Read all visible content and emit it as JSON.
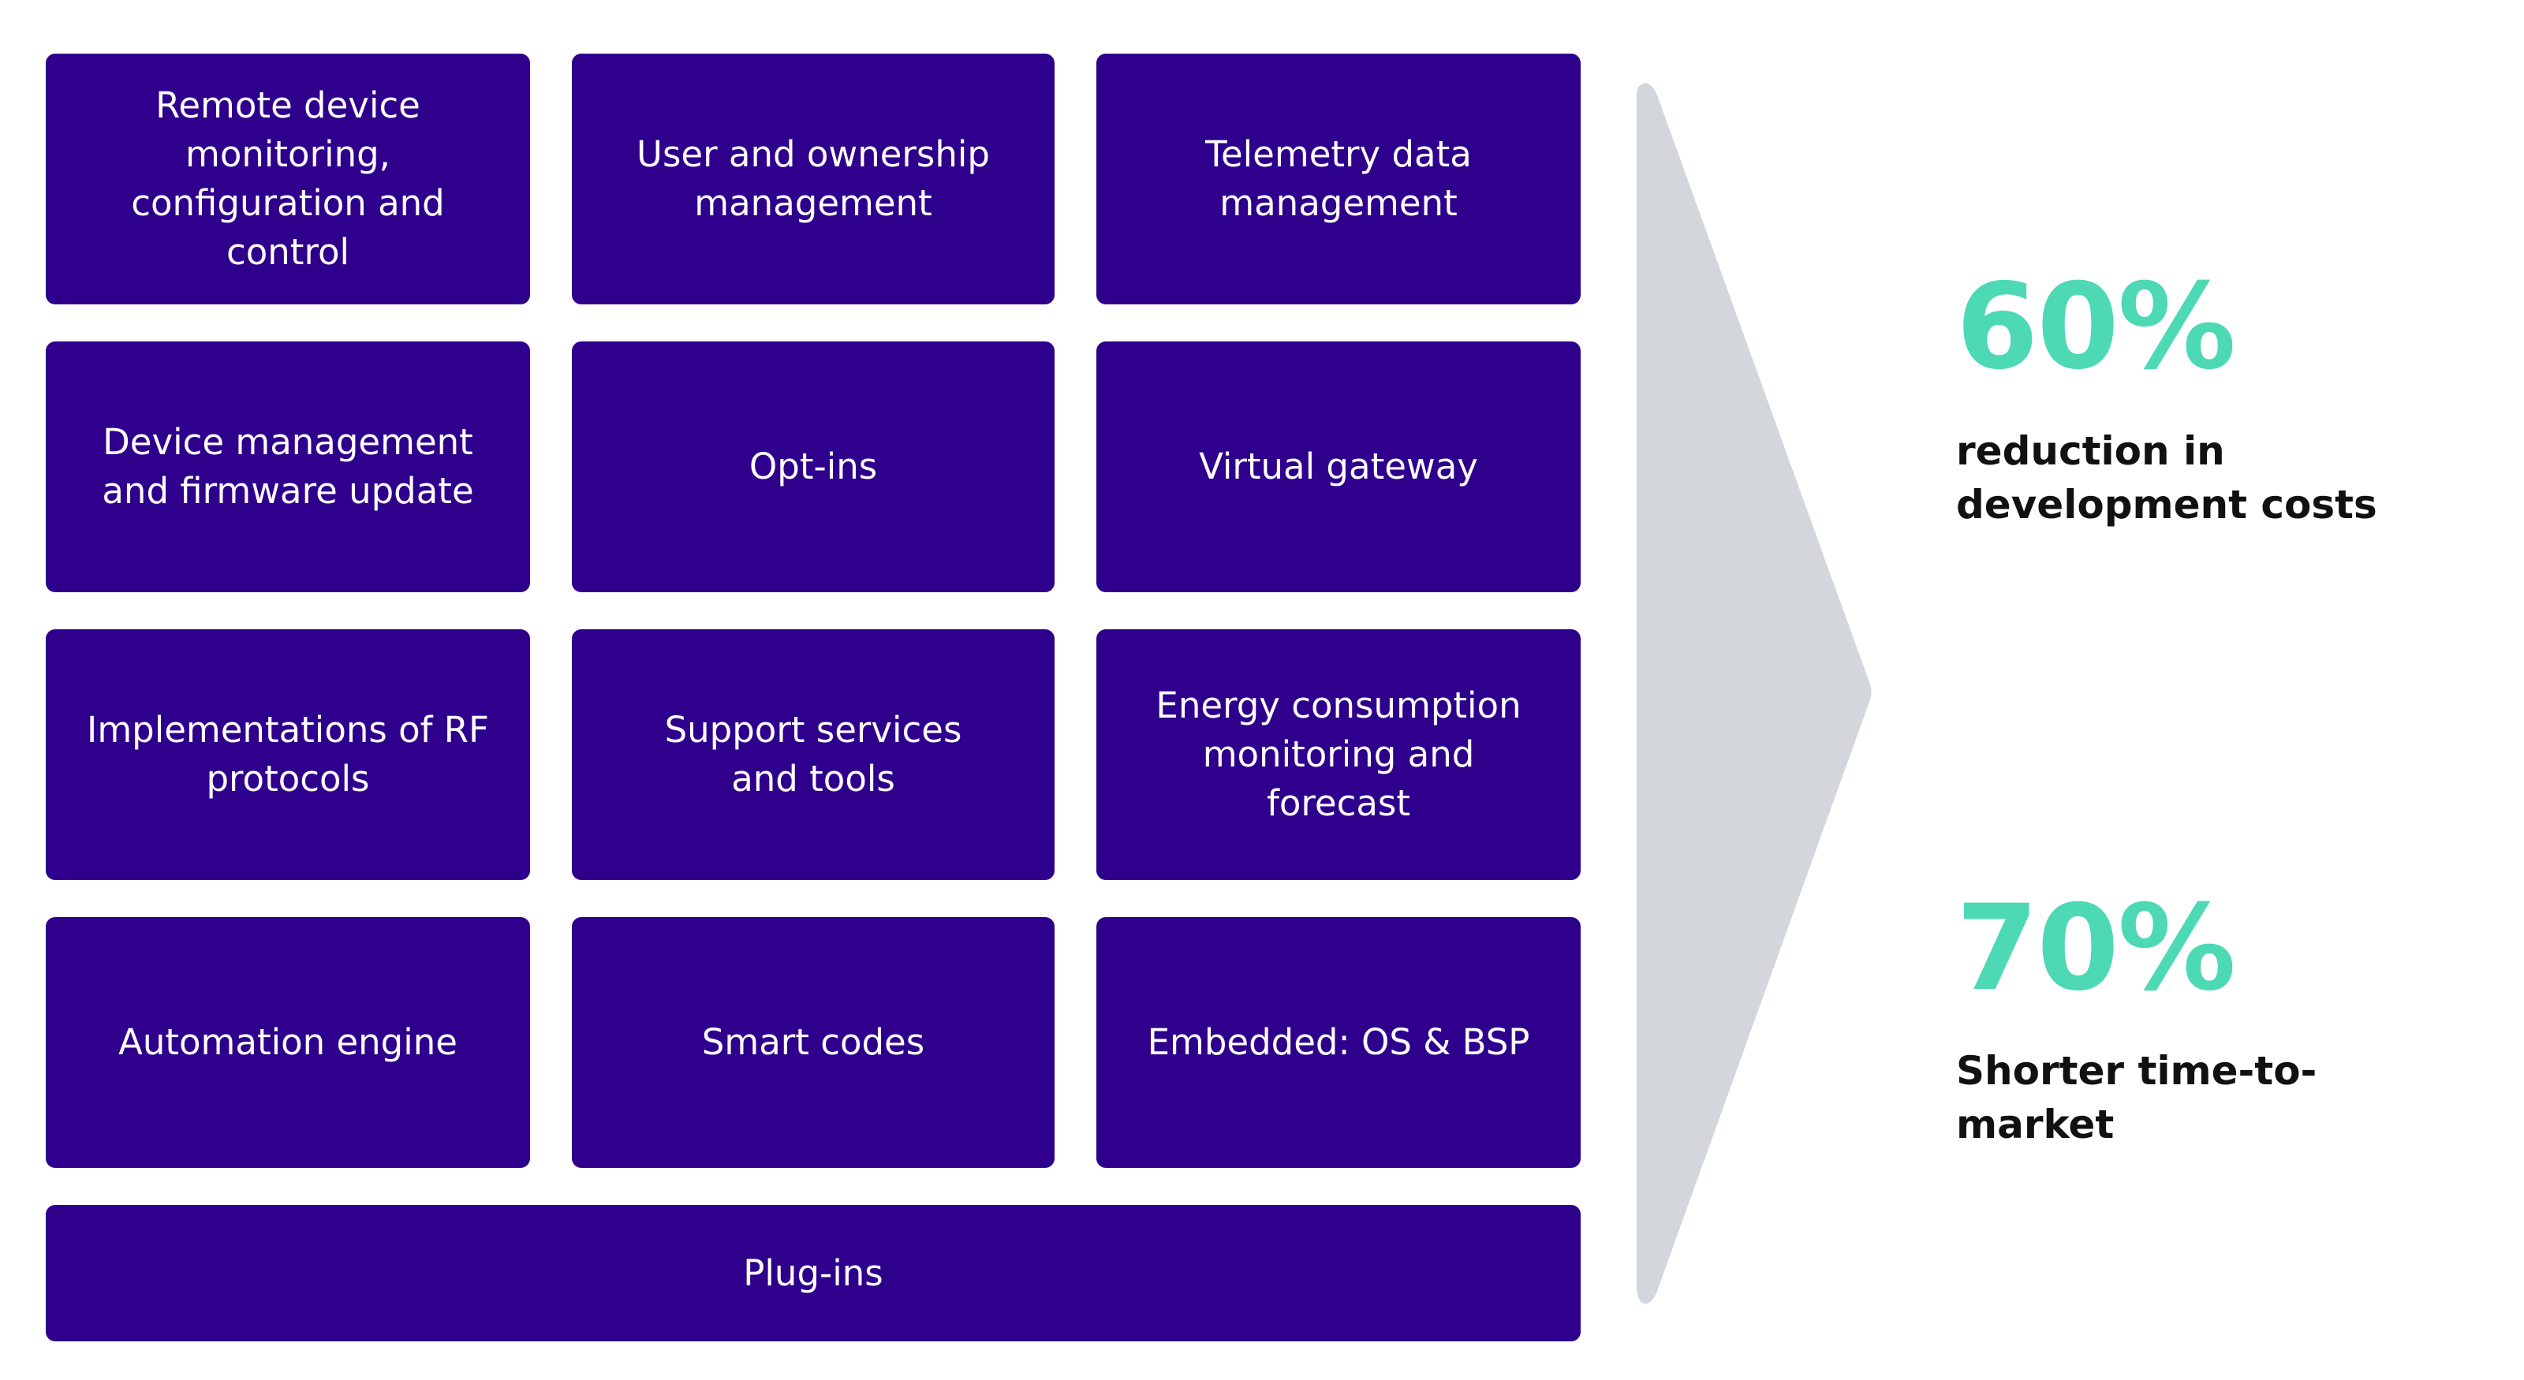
{
  "capabilities": [
    "Remote device\nmonitoring,\nconfiguration and\ncontrol",
    "User and ownership\nmanagement",
    "Telemetry data\nmanagement",
    "Device management\nand firmware update",
    "Opt-ins",
    "Virtual gateway",
    "Implementations of RF\nprotocols",
    "Support services\nand tools",
    "Energy consumption\nmonitoring and\nforecast",
    "Automation engine",
    "Smart codes",
    "Embedded: OS & BSP"
  ],
  "base_layer": "Plug-ins",
  "stats": [
    {
      "value": "60%",
      "label": "reduction in\ndevelopment costs"
    },
    {
      "value": "70%",
      "label": "Shorter time-to-\nmarket"
    }
  ],
  "colors": {
    "tile": "#2E008C",
    "arrow": "#D3D7DC",
    "accent": "#4DD9B4",
    "text_dark": "#111111"
  }
}
